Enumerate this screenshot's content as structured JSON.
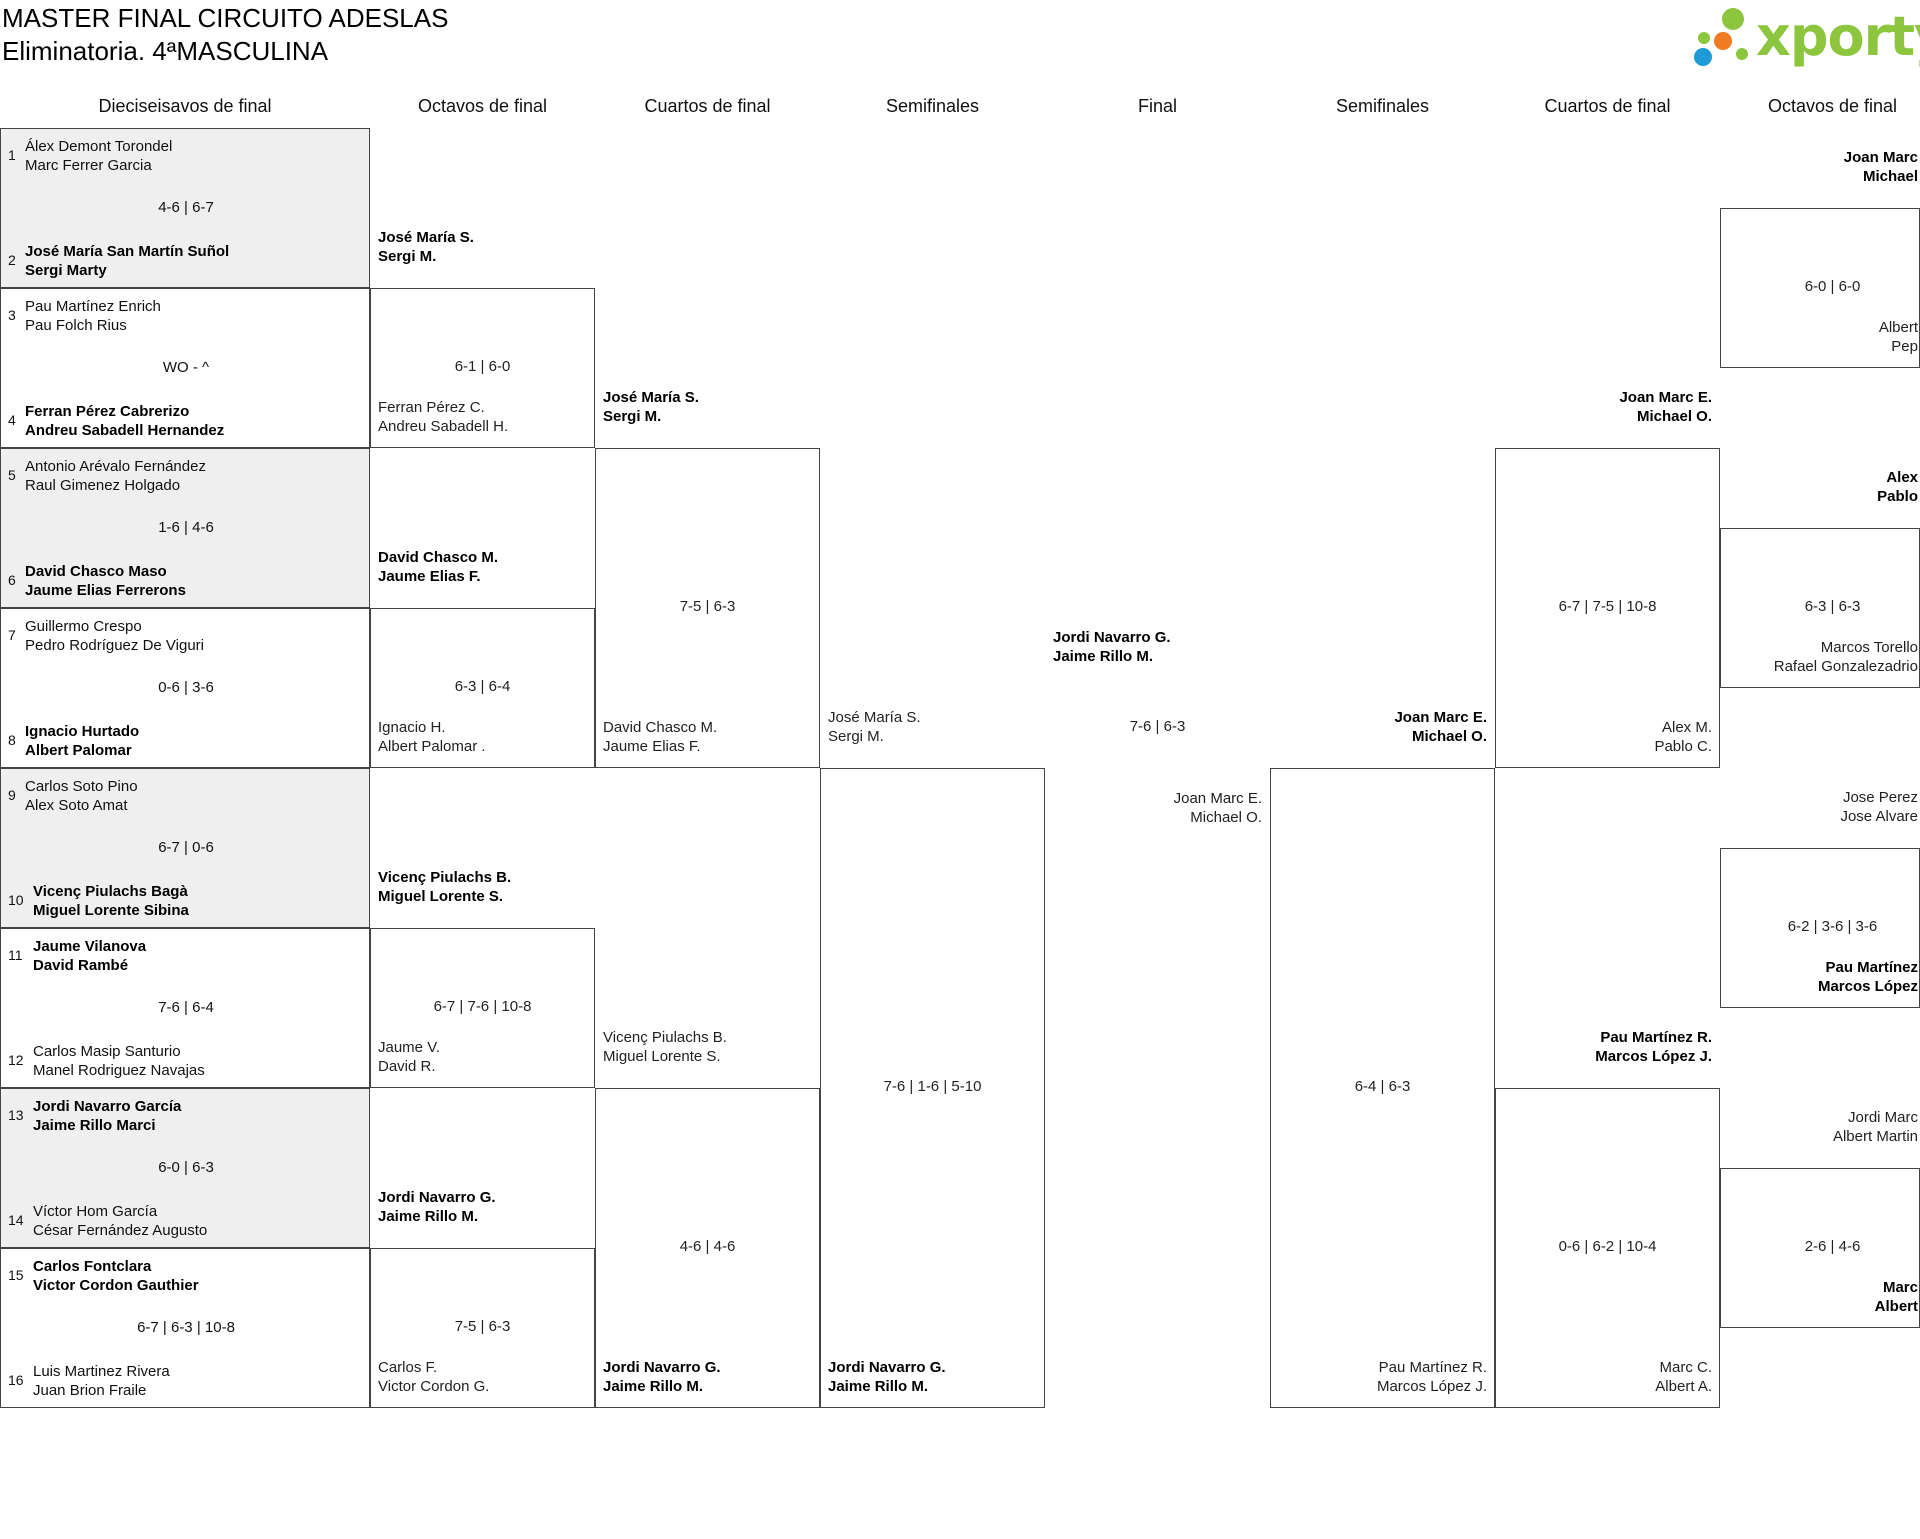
{
  "title": {
    "line1": "MASTER FINAL CIRCUITO ADESLAS",
    "line2": "Eliminatoria. 4ªMASCULINA"
  },
  "logo": {
    "text": "xporty",
    "color": "#8cc63f",
    "dot_colors": [
      "#8cc63f",
      "#f07b22",
      "#1e9bd7"
    ]
  },
  "rounds": {
    "r32": "Dieciseisavos de final",
    "r16": "Octavos de final",
    "qf": "Cuartos de final",
    "sf": "Semifinales",
    "final": "Final",
    "sf_right": "Semifinales",
    "qf_right": "Cuartos de final",
    "r16_right": "Octavos de final"
  },
  "r32_matches": [
    {
      "seed_a": "1",
      "team_a": [
        "Álex Demont Torondel",
        "Marc Ferrer Garcia"
      ],
      "seed_b": "2",
      "team_b": [
        "José María San Martín Suñol",
        "Sergi Marty"
      ],
      "winner": "b",
      "score": "4-6 | 6-7"
    },
    {
      "seed_a": "3",
      "team_a": [
        "Pau Martínez Enrich",
        "Pau Folch Rius"
      ],
      "seed_b": "4",
      "team_b": [
        "Ferran Pérez Cabrerizo",
        "Andreu Sabadell Hernandez"
      ],
      "winner": "b",
      "score": "WO - ^"
    },
    {
      "seed_a": "5",
      "team_a": [
        "Antonio Arévalo Fernández",
        "Raul Gimenez Holgado"
      ],
      "seed_b": "6",
      "team_b": [
        "David Chasco Maso",
        "Jaume Elias Ferrerons"
      ],
      "winner": "b",
      "score": "1-6 | 4-6"
    },
    {
      "seed_a": "7",
      "team_a": [
        "Guillermo Crespo",
        "Pedro Rodríguez De Viguri"
      ],
      "seed_b": "8",
      "team_b": [
        "Ignacio Hurtado",
        "Albert Palomar"
      ],
      "winner": "b",
      "score": "0-6 | 3-6"
    },
    {
      "seed_a": "9",
      "team_a": [
        "Carlos Soto Pino",
        "Alex Soto Amat"
      ],
      "seed_b": "10",
      "team_b": [
        "Vicenç Piulachs Bagà",
        "Miguel Lorente Sibina"
      ],
      "winner": "b",
      "score": "6-7 | 0-6"
    },
    {
      "seed_a": "11",
      "team_a": [
        "Jaume Vilanova",
        "David Rambé"
      ],
      "seed_b": "12",
      "team_b": [
        "Carlos Masip Santurio",
        "Manel Rodriguez Navajas"
      ],
      "winner": "a",
      "score": "7-6 | 6-4"
    },
    {
      "seed_a": "13",
      "team_a": [
        "Jordi Navarro García",
        "Jaime Rillo Marci"
      ],
      "seed_b": "14",
      "team_b": [
        "Víctor Hom García",
        "César Fernández Augusto"
      ],
      "winner": "a",
      "score": "6-0 | 6-3"
    },
    {
      "seed_a": "15",
      "team_a": [
        "Carlos Fontclara",
        "Victor Cordon Gauthier"
      ],
      "seed_b": "16",
      "team_b": [
        "Luis Martinez Rivera",
        "Juan Brion Fraile"
      ],
      "winner": "a",
      "score": "6-7 | 6-3 | 10-8"
    }
  ],
  "r16_matches": [
    {
      "team_a": [
        "José María S.",
        "Sergi M."
      ],
      "team_b": [
        "Ferran Pérez C.",
        "Andreu Sabadell H."
      ],
      "winner": "a",
      "score": "6-1 | 6-0"
    },
    {
      "team_a": [
        "David Chasco M.",
        "Jaume Elias F."
      ],
      "team_b": [
        "Ignacio H.",
        "Albert Palomar ."
      ],
      "winner": "a",
      "score": "6-3 | 6-4"
    },
    {
      "team_a": [
        "Vicenç Piulachs B.",
        "Miguel Lorente S."
      ],
      "team_b": [
        "Jaume V.",
        "David R."
      ],
      "winner": "a",
      "score": "6-7 | 7-6 | 10-8"
    },
    {
      "team_a": [
        "Jordi Navarro G.",
        "Jaime Rillo M."
      ],
      "team_b": [
        "Carlos F.",
        "Victor Cordon G."
      ],
      "winner": "a",
      "score": "7-5 | 6-3"
    }
  ],
  "qf_matches": [
    {
      "team_a": [
        "José María S.",
        "Sergi M."
      ],
      "team_b": [
        "David Chasco M.",
        "Jaume Elias F."
      ],
      "winner": "a",
      "score": "7-5 | 6-3"
    },
    {
      "team_a": [
        "Vicenç Piulachs B.",
        "Miguel Lorente S."
      ],
      "team_b": [
        "Jordi Navarro G.",
        "Jaime Rillo M."
      ],
      "winner": "b",
      "score": "4-6 | 4-6"
    }
  ],
  "sf_match": {
    "team_a": [
      "José María S.",
      "Sergi M."
    ],
    "team_b": [
      "Jordi Navarro G.",
      "Jaime Rillo M."
    ],
    "winner": "b",
    "score": "7-6 | 1-6 | 5-10"
  },
  "final_match": {
    "team_a": [
      "Jordi Navarro G.",
      "Jaime Rillo M."
    ],
    "team_b": [
      "Joan Marc E.",
      "Michael O."
    ],
    "winner": "a",
    "score": "7-6 | 6-3"
  },
  "sf_right_match": {
    "team_a": [
      "Joan Marc E.",
      "Michael O."
    ],
    "team_b": [
      "Pau Martínez R.",
      "Marcos López J."
    ],
    "winner": "a",
    "score": "6-4 | 6-3"
  },
  "qf_right_matches": [
    {
      "team_a": [
        "Joan Marc E.",
        "Michael O."
      ],
      "team_b": [
        "Alex M.",
        "Pablo C."
      ],
      "winner": "a",
      "score": "6-7 | 7-5 | 10-8"
    },
    {
      "team_a": [
        "Pau Martínez R.",
        "Marcos López J."
      ],
      "team_b": [
        "Marc C.",
        "Albert A."
      ],
      "winner": "a",
      "score": "0-6 | 6-2 | 10-4"
    }
  ],
  "r16_right_matches": [
    {
      "team_a": [
        "Joan Marc",
        "Michael"
      ],
      "team_b": [
        "Albert",
        "Pep"
      ],
      "winner": "a",
      "score": "6-0 | 6-0"
    },
    {
      "team_a": [
        "Alex",
        "Pablo"
      ],
      "team_b": [
        "Marcos Torello",
        "Rafael Gonzalezadrio"
      ],
      "winner": "a",
      "score": "6-3 | 6-3"
    },
    {
      "team_a": [
        "Jose Perez",
        "Jose Alvare"
      ],
      "team_b": [
        "Pau Martínez",
        "Marcos López"
      ],
      "winner": "b",
      "score": "6-2 | 3-6 | 3-6"
    },
    {
      "team_a": [
        "Jordi Marc",
        "Albert Martin"
      ],
      "team_b": [
        "Marc",
        "Albert"
      ],
      "winner": "b",
      "score": "2-6 | 4-6"
    }
  ]
}
